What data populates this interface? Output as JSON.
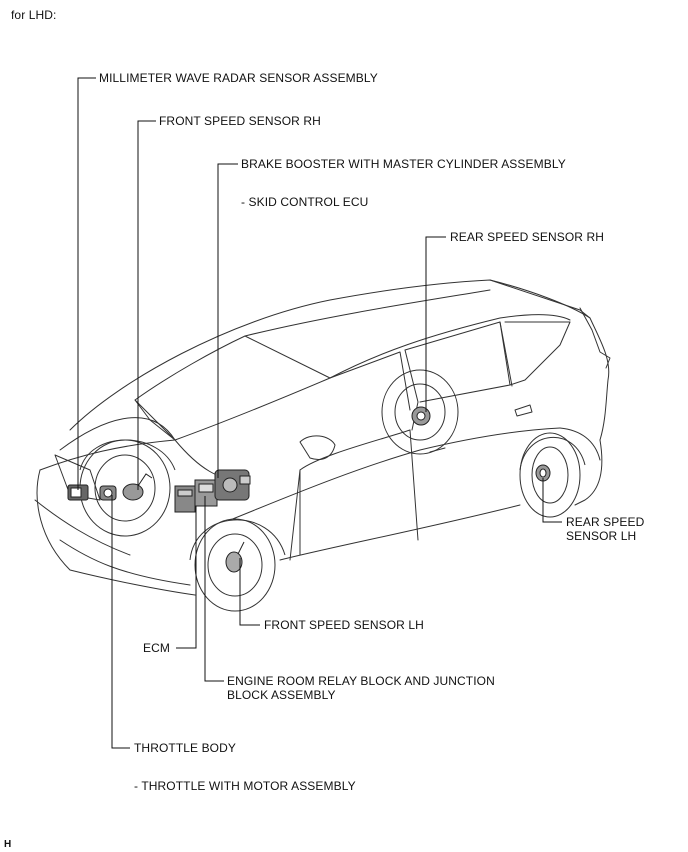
{
  "header": {
    "variant": "for LHD:"
  },
  "labels": {
    "millimeter_wave": "MILLIMETER WAVE RADAR SENSOR ASSEMBLY",
    "front_speed_rh": "FRONT SPEED SENSOR RH",
    "brake_booster": "BRAKE BOOSTER WITH MASTER CYLINDER ASSEMBLY",
    "skid_control": "- SKID CONTROL ECU",
    "rear_speed_rh": "REAR SPEED SENSOR RH",
    "rear_speed_lh_1": "REAR SPEED",
    "rear_speed_lh_2": "SENSOR LH",
    "front_speed_lh": "FRONT SPEED SENSOR LH",
    "ecm": "ECM",
    "relay_block_1": "ENGINE ROOM RELAY BLOCK AND JUNCTION",
    "relay_block_2": "BLOCK ASSEMBLY",
    "throttle_body": "THROTTLE BODY",
    "throttle_motor": "- THROTTLE WITH MOTOR ASSEMBLY"
  },
  "footer": {
    "mark": "H"
  },
  "colors": {
    "line": "#222222",
    "background": "#ffffff"
  }
}
